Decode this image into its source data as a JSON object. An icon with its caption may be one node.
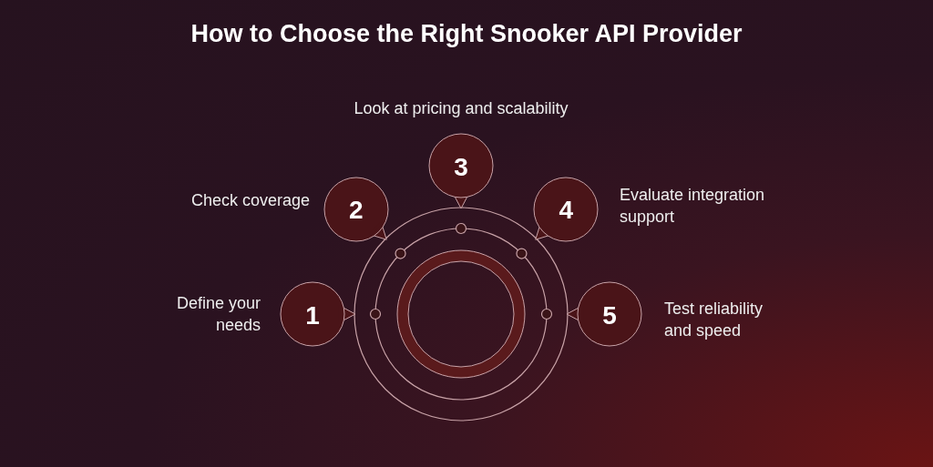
{
  "diagram": {
    "title": "How to Choose the Right Snooker API Provider",
    "nodes": [
      {
        "text": [
          "1"
        ],
        "beside": [
          "Define your needs"
        ]
      },
      {
        "text": [
          "2"
        ],
        "beside": [
          "Check coverage"
        ]
      },
      {
        "text": [
          "3"
        ],
        "beside": [
          "Look at pricing and scalability"
        ]
      },
      {
        "text": [
          "4"
        ],
        "beside": [
          "Evaluate integration support"
        ]
      },
      {
        "text": [
          "5"
        ],
        "beside": [
          "Test reliability and speed"
        ]
      }
    ]
  }
}
